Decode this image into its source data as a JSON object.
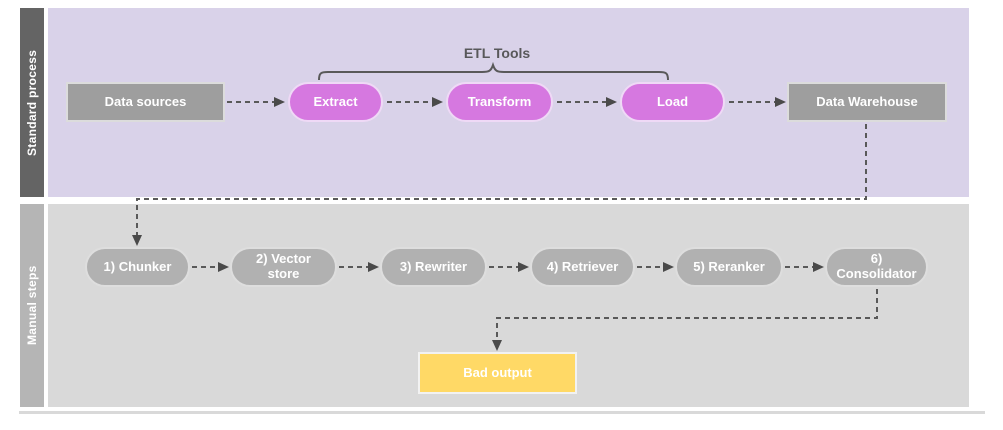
{
  "lanes": {
    "standard": {
      "label": "Standard process"
    },
    "manual": {
      "label": "Manual steps"
    }
  },
  "standard_process": {
    "etl_tools_label": "ETL Tools",
    "nodes": {
      "data_sources": "Data sources",
      "extract": "Extract",
      "transform": "Transform",
      "load": "Load",
      "data_warehouse": "Data Warehouse"
    }
  },
  "manual_steps": {
    "nodes": [
      "1) Chunker",
      "2) Vector store",
      "3) Rewriter",
      "4) Retriever",
      "5) Reranker",
      "6) Consolidator"
    ],
    "bad_output": "Bad output"
  },
  "colors": {
    "lane_standard_bg": "#d9d2e9",
    "lane_manual_bg": "#d9d9d9",
    "lane_standard_label_bg": "#646464",
    "lane_manual_label_bg": "#b5b5b5",
    "gray_box_fill": "#9e9e9e",
    "pink_pill_fill": "#d678e0",
    "gray_pill_fill": "#b1b1b1",
    "bad_output_fill": "#ffd966",
    "connector_color": "#595959"
  }
}
